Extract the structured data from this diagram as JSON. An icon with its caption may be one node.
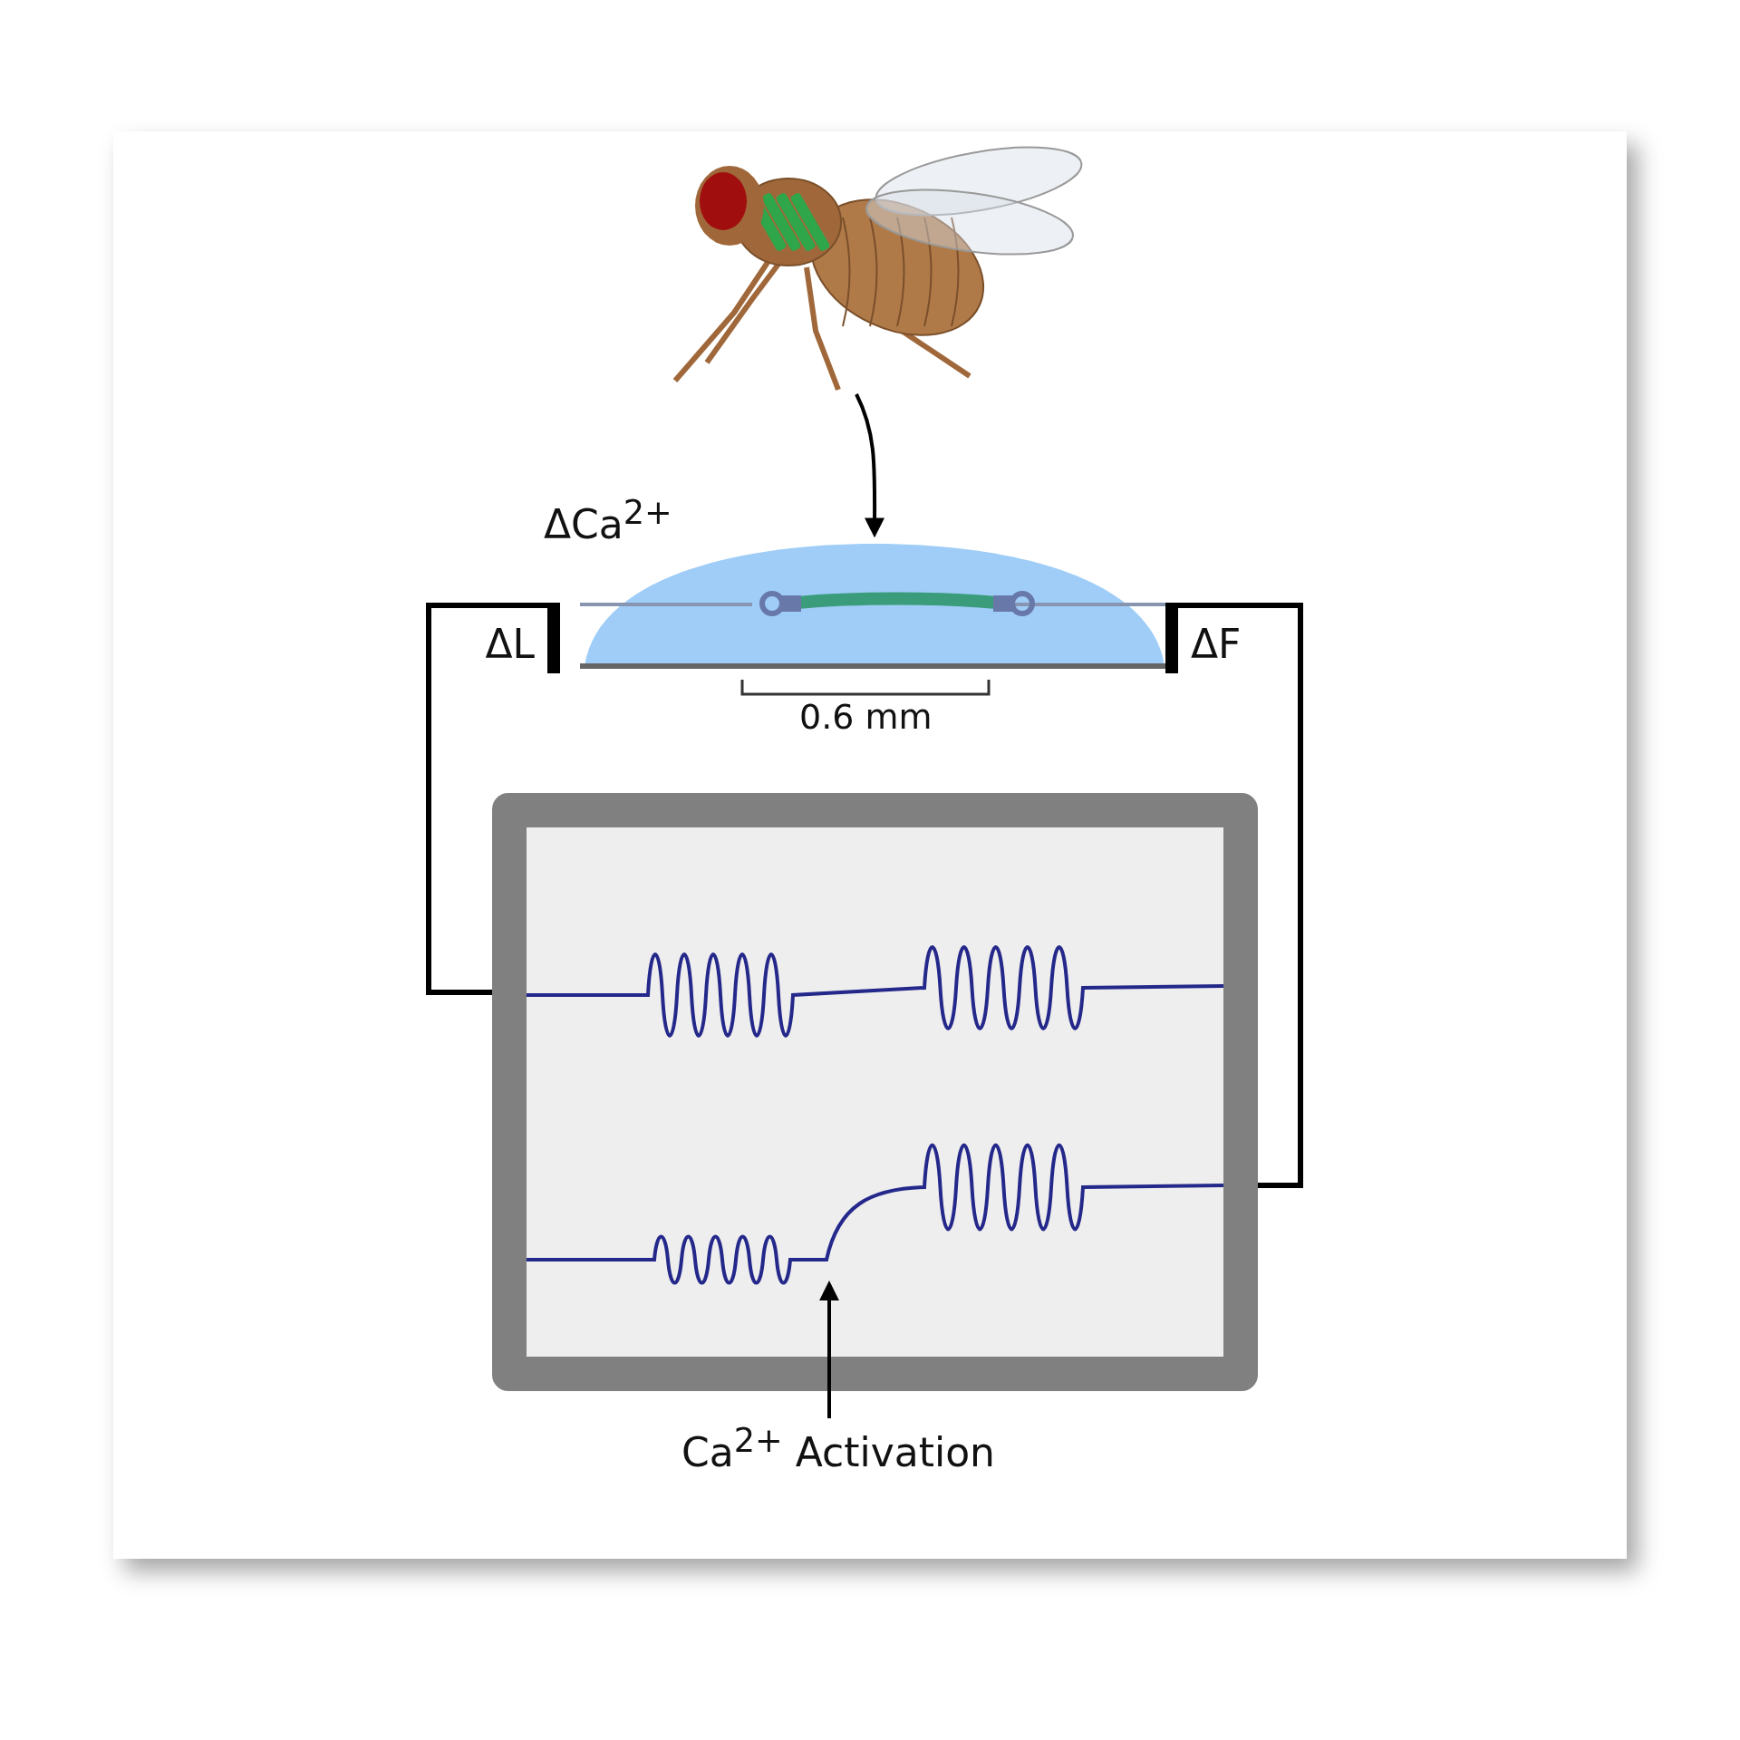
{
  "diagram": {
    "nodes": [
      {
        "text": [],
        "shape": "picture"
      },
      {
        "text": [],
        "shape": "picture"
      },
      {
        "text": [
          "ΔL"
        ]
      },
      {
        "text": [
          "ΔF"
        ]
      },
      {
        "text": [],
        "shape": "box"
      },
      {
        "text": [
          "Ca$^{2+}$ Activation"
        ]
      },
      {
        "text": [],
        "shape": "line",
        "in": 4
      }
    ],
    "edges": [
      {
        "from": 0,
        "to": 1,
        "arrow": "to"
      },
      {
        "from": 2,
        "to": 4,
        "arrow": "none"
      },
      {
        "from": 3,
        "to": 4,
        "arrow": "none"
      },
      {
        "from": 5,
        "to": 6,
        "arrow": "to"
      }
    ],
    "labels": [
      "ΔCa$^{2+}$",
      "0.6 mm"
    ]
  }
}
